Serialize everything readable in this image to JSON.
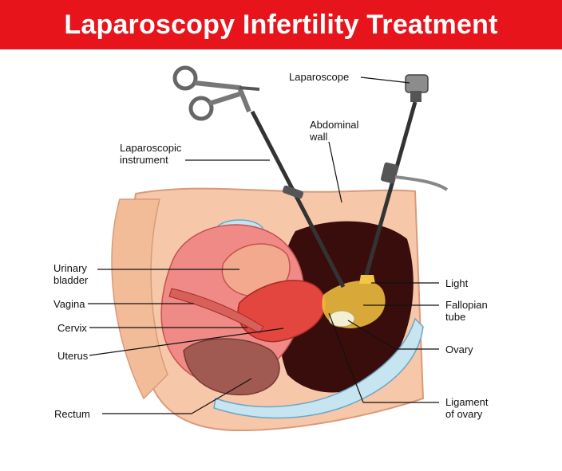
{
  "header": {
    "title": "Laparoscopy Infertility Treatment"
  },
  "labels": {
    "laparoscope": "Laparoscope",
    "abdominal_wall": [
      "Abdominal",
      "wall"
    ],
    "laparoscopic_instrument": [
      "Laparoscopic",
      "instrument"
    ],
    "urinary_bladder": [
      "Urinary",
      "bladder"
    ],
    "vagina": "Vagina",
    "cervix": "Cervix",
    "uterus": "Uterus",
    "rectum": "Rectum",
    "light": "Light",
    "fallopian_tube": [
      "Fallopian",
      "tube"
    ],
    "ovary": "Ovary",
    "ligament_of_ovary": [
      "Ligament",
      "of ovary"
    ]
  },
  "colors": {
    "banner": "#e8141b",
    "skin": "#f6c7a8",
    "tissue_pink": "#f08a86",
    "uterus_red": "#e3453f",
    "cavity_dark": "#3a0d0d",
    "bowel_blue": "#c7e4f1",
    "light_yellow": "#f4c542"
  }
}
